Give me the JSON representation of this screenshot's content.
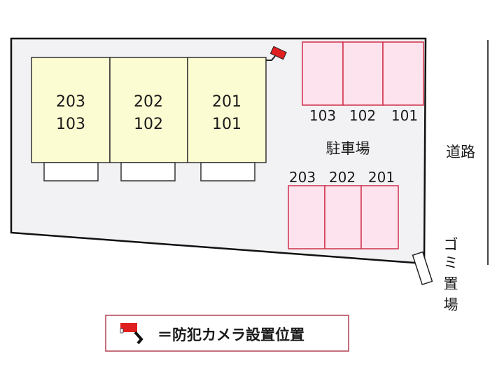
{
  "buildings": [
    {
      "upper": "203",
      "lower": "103"
    },
    {
      "upper": "202",
      "lower": "102"
    },
    {
      "upper": "201",
      "lower": "101"
    }
  ],
  "parking": {
    "label": "駐車場",
    "top_row": [
      "103",
      "102",
      "101"
    ],
    "bottom_row": [
      "203",
      "202",
      "201"
    ]
  },
  "road_label": "道路",
  "garbage_label": [
    "ゴ",
    "ミ",
    "置",
    "場"
  ],
  "legend": {
    "icon": "security-camera-icon",
    "text": "＝防犯カメラ設置位置"
  },
  "colors": {
    "lot": "#f2f2f4",
    "building": "#fcfcd2",
    "parking_fill": "#fde3ee",
    "parking_border": "#d0304a",
    "camera": "#e02020"
  }
}
